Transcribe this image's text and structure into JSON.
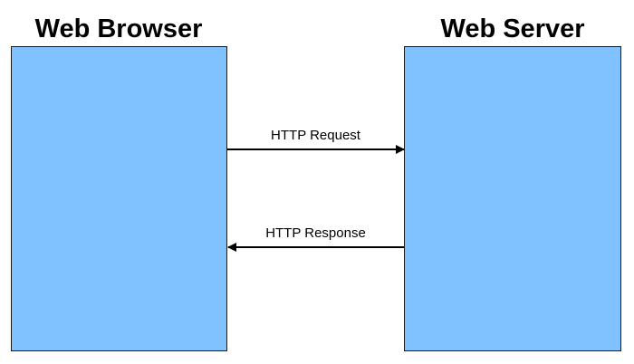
{
  "diagram": {
    "browser": {
      "title": "Web Browser",
      "fill": "#80C1FF"
    },
    "server": {
      "title": "Web Server",
      "fill": "#80C1FF"
    },
    "request": {
      "label": "HTTP Request",
      "direction": "browser-to-server"
    },
    "response": {
      "label": "HTTP Response",
      "direction": "server-to-browser"
    }
  }
}
